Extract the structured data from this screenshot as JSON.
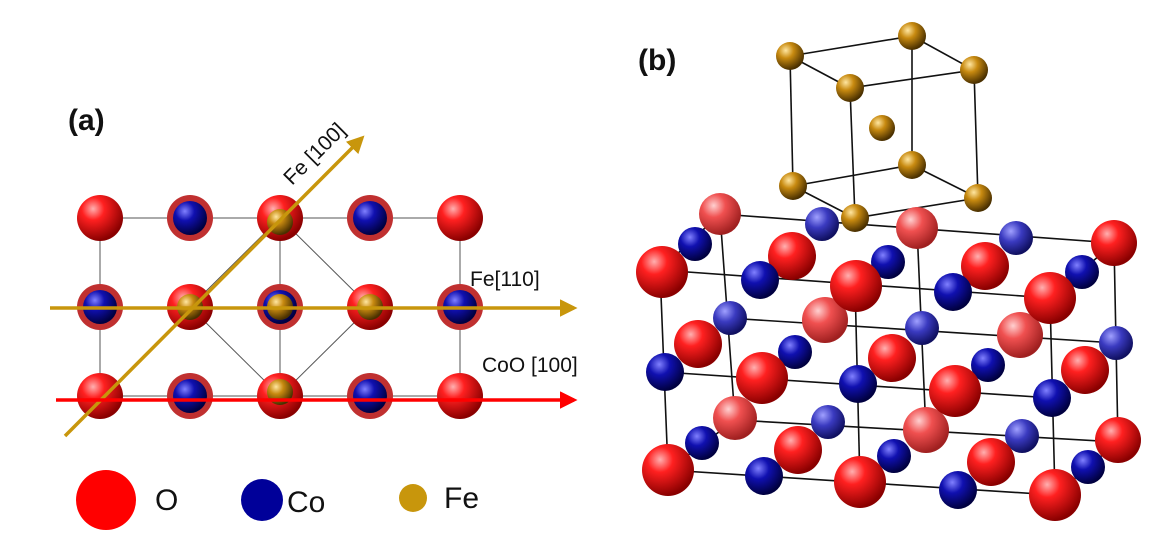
{
  "panel_a": {
    "label": "(a)",
    "arrows": [
      {
        "label": "Fe [100]",
        "color": "#c8960c"
      },
      {
        "label": "Fe[110]",
        "color": "#c8960c"
      },
      {
        "label": "CoO [100]",
        "color": "#ff0000"
      }
    ]
  },
  "panel_b": {
    "label": "(b)"
  },
  "legend": [
    {
      "label": "O",
      "color": "#ff0000"
    },
    {
      "label": "Co",
      "color": "#000099"
    },
    {
      "label": "Fe",
      "color": "#c8960c"
    }
  ]
}
